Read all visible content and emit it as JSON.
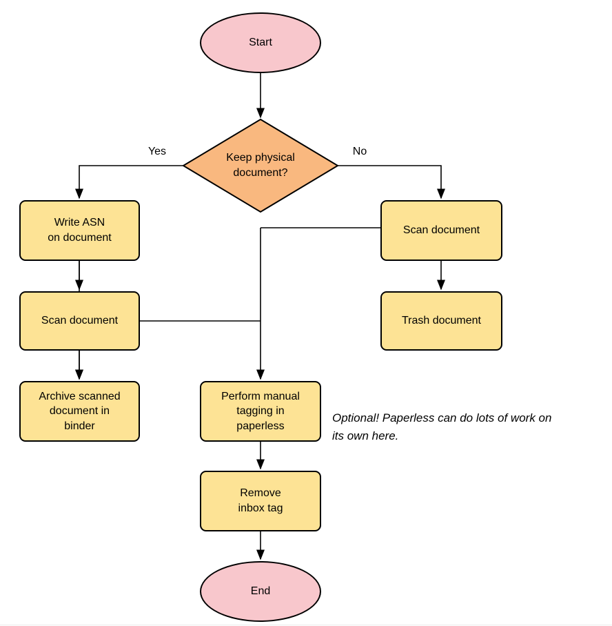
{
  "colors": {
    "background": "#ffffff",
    "terminator_fill": "#f8c7cc",
    "decision_fill": "#f9b87f",
    "process_fill": "#fde395",
    "stroke": "#000000"
  },
  "nodes": {
    "start": {
      "label": "Start"
    },
    "decision": {
      "label": "Keep physical\ndocument?"
    },
    "write_asn": {
      "label": "Write ASN\non document"
    },
    "scan_left": {
      "label": "Scan document"
    },
    "archive": {
      "label": "Archive scanned\ndocument in\nbinder"
    },
    "scan_right": {
      "label": "Scan document"
    },
    "trash": {
      "label": "Trash document"
    },
    "tagging": {
      "label": "Perform manual\ntagging in\npaperless"
    },
    "remove_inbox": {
      "label": "Remove\ninbox tag"
    },
    "end": {
      "label": "End"
    }
  },
  "edge_labels": {
    "yes": "Yes",
    "no": "No"
  },
  "annotation": "Optional! Paperless can do lots of work on\nits own here."
}
